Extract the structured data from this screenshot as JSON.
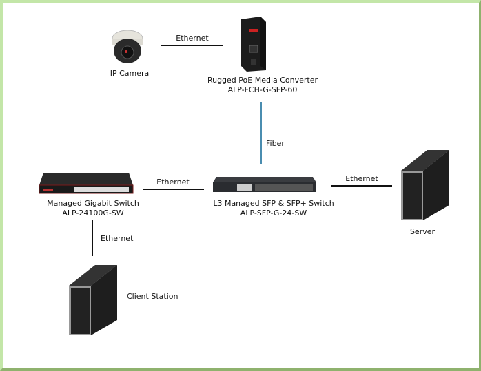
{
  "devices": {
    "ip_camera": {
      "name": "IP Camera"
    },
    "media_converter": {
      "name": "Rugged PoE Media Converter",
      "model": "ALP-FCH-G-SFP-60"
    },
    "gigabit_switch": {
      "name": "Managed Gigabit Switch",
      "model": "ALP-24100G-SW"
    },
    "l3_switch": {
      "name": "L3 Managed SFP & SFP+ Switch",
      "model": "ALP-SFP-G-24-SW"
    },
    "server": {
      "name": "Server"
    },
    "client_station": {
      "name": "Client Station"
    }
  },
  "links": {
    "camera_converter": "Ethernet",
    "converter_l3": "Fiber",
    "gigabit_l3": "Ethernet",
    "l3_server": "Ethernet",
    "gigabit_client": "Ethernet"
  },
  "colors": {
    "fiber": "#4a8db0",
    "ethernet": "#111111",
    "frame_light": "#c3e6a8",
    "frame_dark": "#8fb26e"
  }
}
